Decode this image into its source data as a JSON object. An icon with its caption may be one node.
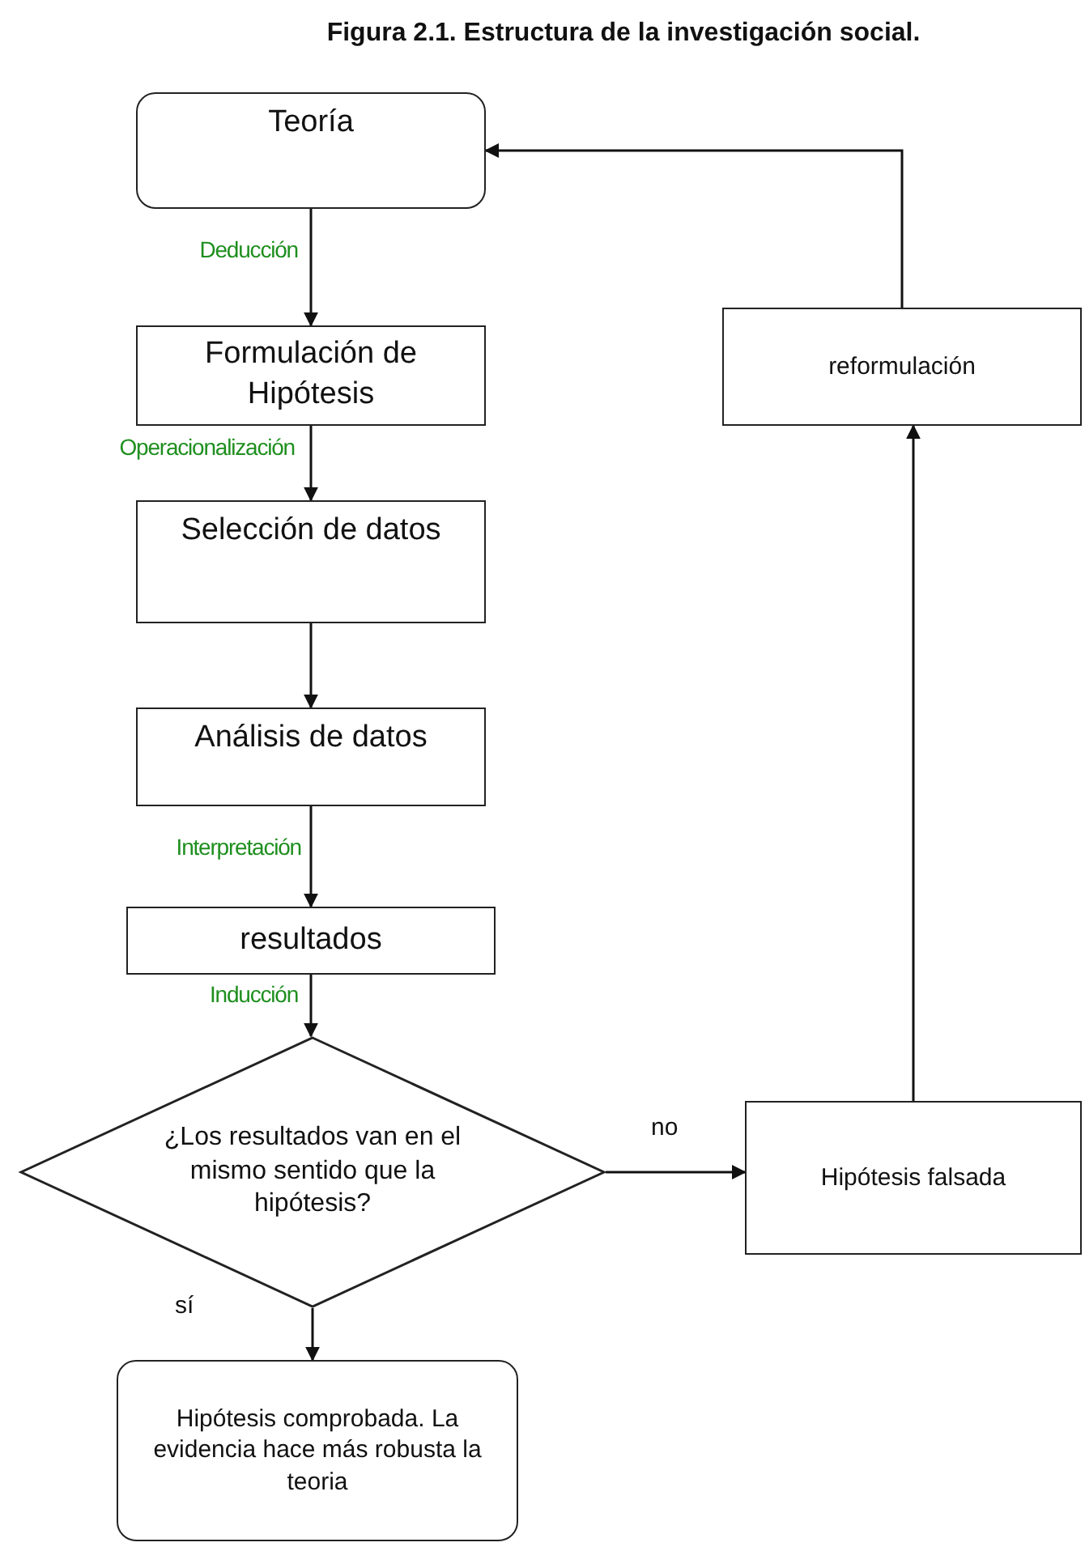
{
  "diagram": {
    "title": "Figura 2.1. Estructura de la investigación social.",
    "nodes": [
      {
        "text": [
          "Teoría"
        ]
      },
      {
        "text": [
          "Formulación de Hipótesis"
        ]
      },
      {
        "text": [
          "Selección de datos"
        ]
      },
      {
        "text": [
          "Análisis de datos"
        ]
      },
      {
        "text": [
          "resultados"
        ]
      },
      {
        "text": [
          "¿Los resultados van en el mismo sentido que la hipótesis?"
        ]
      },
      {
        "text": [
          "Hipótesis comprobada. La evidencia hace más robusta la teoria"
        ]
      },
      {
        "text": [
          "Hipótesis falsada"
        ]
      },
      {
        "text": [
          "reformulación"
        ]
      }
    ],
    "edges": [
      {
        "from": 0,
        "to": 1,
        "arrow": "to",
        "label": "Deducción"
      },
      {
        "from": 1,
        "to": 2,
        "arrow": "to",
        "label": "Operacionalización"
      },
      {
        "from": 2,
        "to": 3,
        "arrow": "to"
      },
      {
        "from": 3,
        "to": 4,
        "arrow": "to",
        "label": "Interpretación"
      },
      {
        "from": 4,
        "to": 5,
        "arrow": "to",
        "label": "Inducción"
      },
      {
        "from": 5,
        "to": 6,
        "arrow": "to",
        "label": "sí"
      },
      {
        "from": 5,
        "to": 7,
        "arrow": "to",
        "label": "no"
      },
      {
        "from": 7,
        "to": 8,
        "arrow": "to"
      },
      {
        "from": 8,
        "to": 0,
        "arrow": "to"
      }
    ]
  }
}
